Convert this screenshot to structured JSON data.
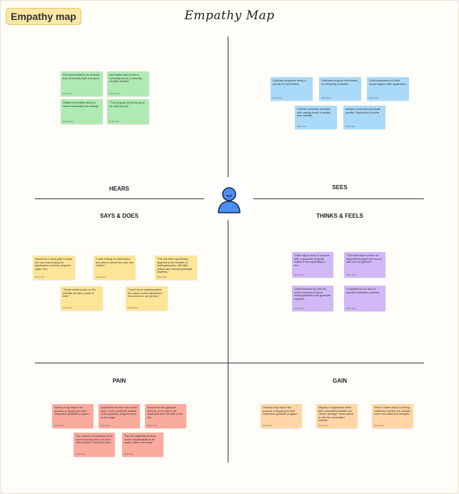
{
  "badge": "Empathy map",
  "title": "Empathy Map",
  "quadrants": {
    "hears": "HEARS",
    "sees": "SEES",
    "says": "SAYS & DOES",
    "thinks": "THINKS & FEELS",
    "pain": "PAIN",
    "gain": "GAIN"
  },
  "avatar_icon": "user-icon",
  "notes": {
    "hears": [
      {
        "text": "Recommendations for schools from University staff and peers.",
        "author": "Rugh Stiles"
      },
      {
        "text": "Information about how a university forms a currently enrolled student.",
        "author": "Rob Simmons"
      },
      {
        "text": "Started information about a current university from faculty.",
        "author": "Diego Ranger"
      },
      {
        "text": "\"This program would be good for what you do.\"",
        "author": "Ginger Pratt"
      }
    ],
    "sees": [
      {
        "text": "Graduate programs being a priority for universities.",
        "author": "Daniel Ryan"
      },
      {
        "text": "Graduate program information on University websites.",
        "author": "Daniel Ryan"
      },
      {
        "text": "Clear explanation of what would happen after application.",
        "author": "Daniel Ryan"
      },
      {
        "text": "Outside University websites with varying levels of quality and usability.",
        "author": "Daniel Ryan"
      },
      {
        "text": "Multiple universities graduate portals / Application process.",
        "author": "Daniel Ryan"
      }
    ],
    "says": [
      {
        "text": "Search for a clear path to what the user was looking for (application process, program page, etc.)",
        "author": "Daniel Ryan"
      },
      {
        "text": "\"I was looking for information and went to where the user first clicked.\"",
        "author": "Daniel Ryan"
      },
      {
        "text": "\"The site feels specifically targeted to the families of undergraduates, with little actual care towards graduate students.\"",
        "author": "Daniel Ryan"
      },
      {
        "text": "\"Social media hooks on the website are like a quick of time.\"",
        "author": "Daniel Ryan"
      },
      {
        "text": "\"I don't know anything about the culture at the department that school or our genres.\"",
        "author": "Daniel Ryan"
      }
    ],
    "thinks": [
      {
        "text": "\"Little vague proof of success after a graduate program makes it less appealing to me.\"",
        "author": "Daniel Ryan"
      },
      {
        "text": "\"The information shown on department pages feel out-of-date and too generic.\"",
        "author": "Daniel Ryan"
      },
      {
        "text": "Underwhelmed by how the school renders to future undergraduates over graduate students.",
        "author": "Daniel Ryan"
      },
      {
        "text": "Frustrated by the lack of specific information present.",
        "author": "Daniel Ryan"
      }
    ],
    "pain": [
      {
        "text": "Nobody truly helped the process of applying to their respective graduate program.",
        "author": "Daniel Ryan"
      },
      {
        "text": "Applicants all three more were more current students instead of the graduate program were on the page.",
        "author": "Daniel Ryan"
      },
      {
        "text": "Worked for the graduate website on the site to be separated from the rest of the site.",
        "author": "Daniel Ryan"
      },
      {
        "text": "The process of reaching out to current faculty was a lot more difficult than it should've been.",
        "author": "Daniel Ryan"
      },
      {
        "text": "The info regarding funding and/or assistantship to be made a little more clear.",
        "author": "Daniel Ryan"
      }
    ],
    "gain": [
      {
        "text": "Nobody truly helped the process of applying to their respective graduate program.",
        "author": "Daniel Ryan"
      },
      {
        "text": "Majority of applicants noted that universities website are \"above average\" when asked to rate the universities' website.",
        "author": "Daniel Ryan"
      },
      {
        "text": "When it came down to finding what they needed, the website wasn't too difficult to navigate.",
        "author": "Daniel Ryan"
      }
    ]
  },
  "colors": {
    "hears": "#aeeab2",
    "sees": "#a9daf9",
    "says": "#fde597",
    "thinks": "#d1b8f7",
    "pain": "#fbaa9e",
    "gain": "#ffd7a6",
    "avatar": "#4a8ff2"
  }
}
